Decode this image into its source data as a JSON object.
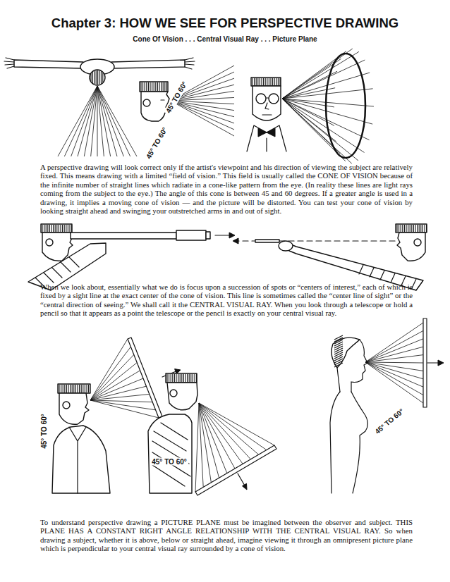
{
  "diagram": {
    "title": "Chapter 3: HOW WE SEE FOR PERSPECTIVE DRAWING",
    "labels": [
      "Cone Of Vision . . . Central Visual Ray . . . Picture Plane",
      "45° TO 60°",
      "45° TO 60°",
      "A perspective drawing will look correct only if the artist's viewpoint and his direction of viewing the subject are relatively fixed. This means drawing with a limited “field of vision.” This field is usually called the CONE OF VISION because of the infinite number of straight lines which radiate in a cone-like pattern from the eye. (In reality these lines are light rays coming from the subject to the eye.) The angle of this cone is between 45 and 60 degrees. If a greater angle is used in a drawing, it implies a moving cone of vision — and the picture will be distorted. You can test your cone of vision by looking straight ahead and swinging your outstretched arms in and out of sight.",
      "When we look about, essentially what we do is focus upon a succession of spots or “centers of interest,” each of which is fixed by a sight line at the exact center of the cone of vision. This line is sometimes called the “center line of sight” or the “central direction of seeing.” We shall call it the CENTRAL VISUAL RAY. When you look through a telescope or hold a pencil so that it appears as a point the telescope or the pencil is exactly on your central visual ray.",
      "45° TO 60°",
      "45° TO 60°",
      "45° TO 60°",
      "To understand perspective drawing a PICTURE PLANE must be imagined between the observer and subject. THIS PLANE HAS A CONSTANT RIGHT ANGLE RELATIONSHIP WITH THE CENTRAL VISUAL RAY. So when drawing a subject, whether it is above, below or straight ahead, imagine viewing it through an omnipresent picture plane which is perpendicular to your central visual ray surrounded by a cone of vision."
    ]
  }
}
